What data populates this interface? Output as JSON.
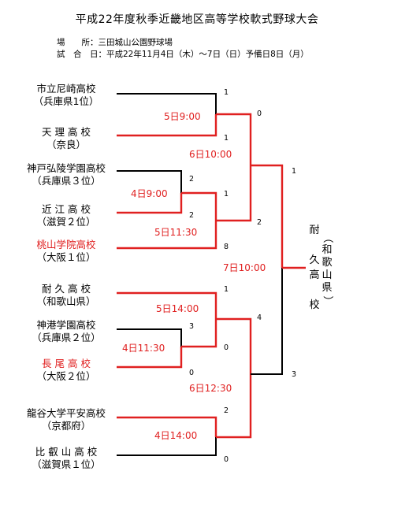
{
  "title": "平成22年度秋季近畿地区高等学校軟式野球大会",
  "venue": {
    "label": "場　　所：",
    "value": "三田城山公園野球場"
  },
  "dates": {
    "label": "試　合　日：",
    "value": "平成22年11月4日（木）～7日（日）予備日8日（月）"
  },
  "teams": [
    {
      "name": "市立尼崎高校",
      "sub": "（兵庫県1位）",
      "highlight": false
    },
    {
      "name": "天 理 高 校",
      "sub": "（奈良）",
      "highlight": false
    },
    {
      "name": "神戸弘陵学園高校",
      "sub": "（兵庫県３位）",
      "highlight": false
    },
    {
      "name": "近 江 高 校",
      "sub": "（滋賀２位）",
      "highlight": false
    },
    {
      "name": "桃山学院高校",
      "sub": "（大阪１位）",
      "highlight": true
    },
    {
      "name": "耐 久 高 校",
      "sub": "（和歌山県）",
      "highlight": false
    },
    {
      "name": "神港学園高校",
      "sub": "（兵庫県２位）",
      "highlight": false
    },
    {
      "name": "長 尾 高 校",
      "sub": "（大阪２位）",
      "highlight": true
    },
    {
      "name": "龍谷大学平安高校",
      "sub": "（京都府）",
      "highlight": false
    },
    {
      "name": "比 叡 山 高 校",
      "sub": "（滋賀県１位）",
      "highlight": false
    }
  ],
  "schedule": {
    "g1": "5日9:00",
    "g2": "6日10:00",
    "g3": "4日9:00",
    "g4": "5日11:30",
    "g5": "7日10:00",
    "g6": "5日14:00",
    "g7": "4日11:30",
    "g8": "6日12:30",
    "g9": "4日14:00"
  },
  "scores": {
    "s1": "1",
    "s2": "1",
    "s3": "0",
    "s4": "2",
    "s5": "1",
    "s6": "2",
    "s7": "2",
    "s8": "8",
    "s9": "1",
    "s10": "1",
    "s11": "3",
    "s12": "0",
    "s13": "0",
    "s14": "4",
    "s15": "2",
    "s16": "0",
    "s17": "3"
  },
  "champion": {
    "chars": [
      "耐",
      "久",
      "高",
      "校"
    ],
    "sub_chars": [
      "（",
      "和",
      "歌",
      "山",
      "県",
      "）"
    ]
  },
  "colors": {
    "winner_line": "#e02020",
    "line": "#000000",
    "highlight_text": "#e02020"
  }
}
